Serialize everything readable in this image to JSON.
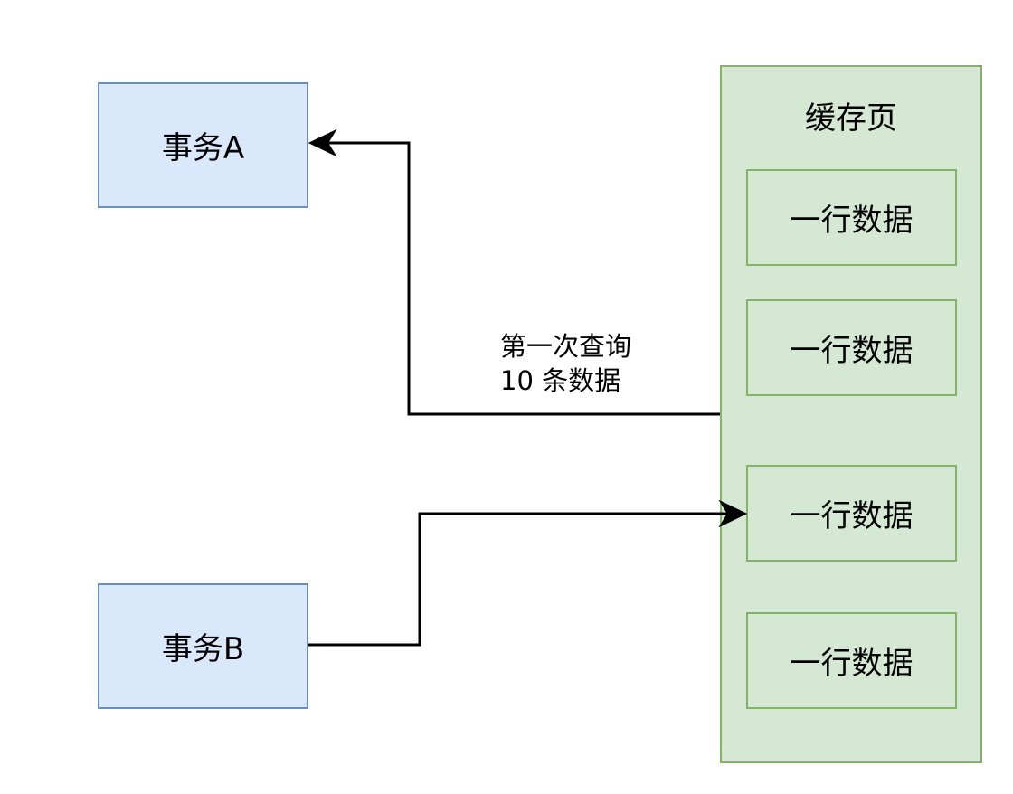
{
  "nodes": {
    "transaction_a": "事务A",
    "transaction_b": "事务B",
    "cache_page": {
      "title": "缓存页",
      "rows": [
        "一行数据",
        "一行数据",
        "一行数据",
        "一行数据"
      ]
    }
  },
  "edges": {
    "query_label_line1": "第一次查询",
    "query_label_line2": "10 条数据"
  },
  "colors": {
    "transaction_fill": "#dae8fc",
    "transaction_border": "#6c8ebf",
    "cache_fill": "#d5e8d4",
    "cache_border": "#82b366",
    "connector": "#000000"
  }
}
